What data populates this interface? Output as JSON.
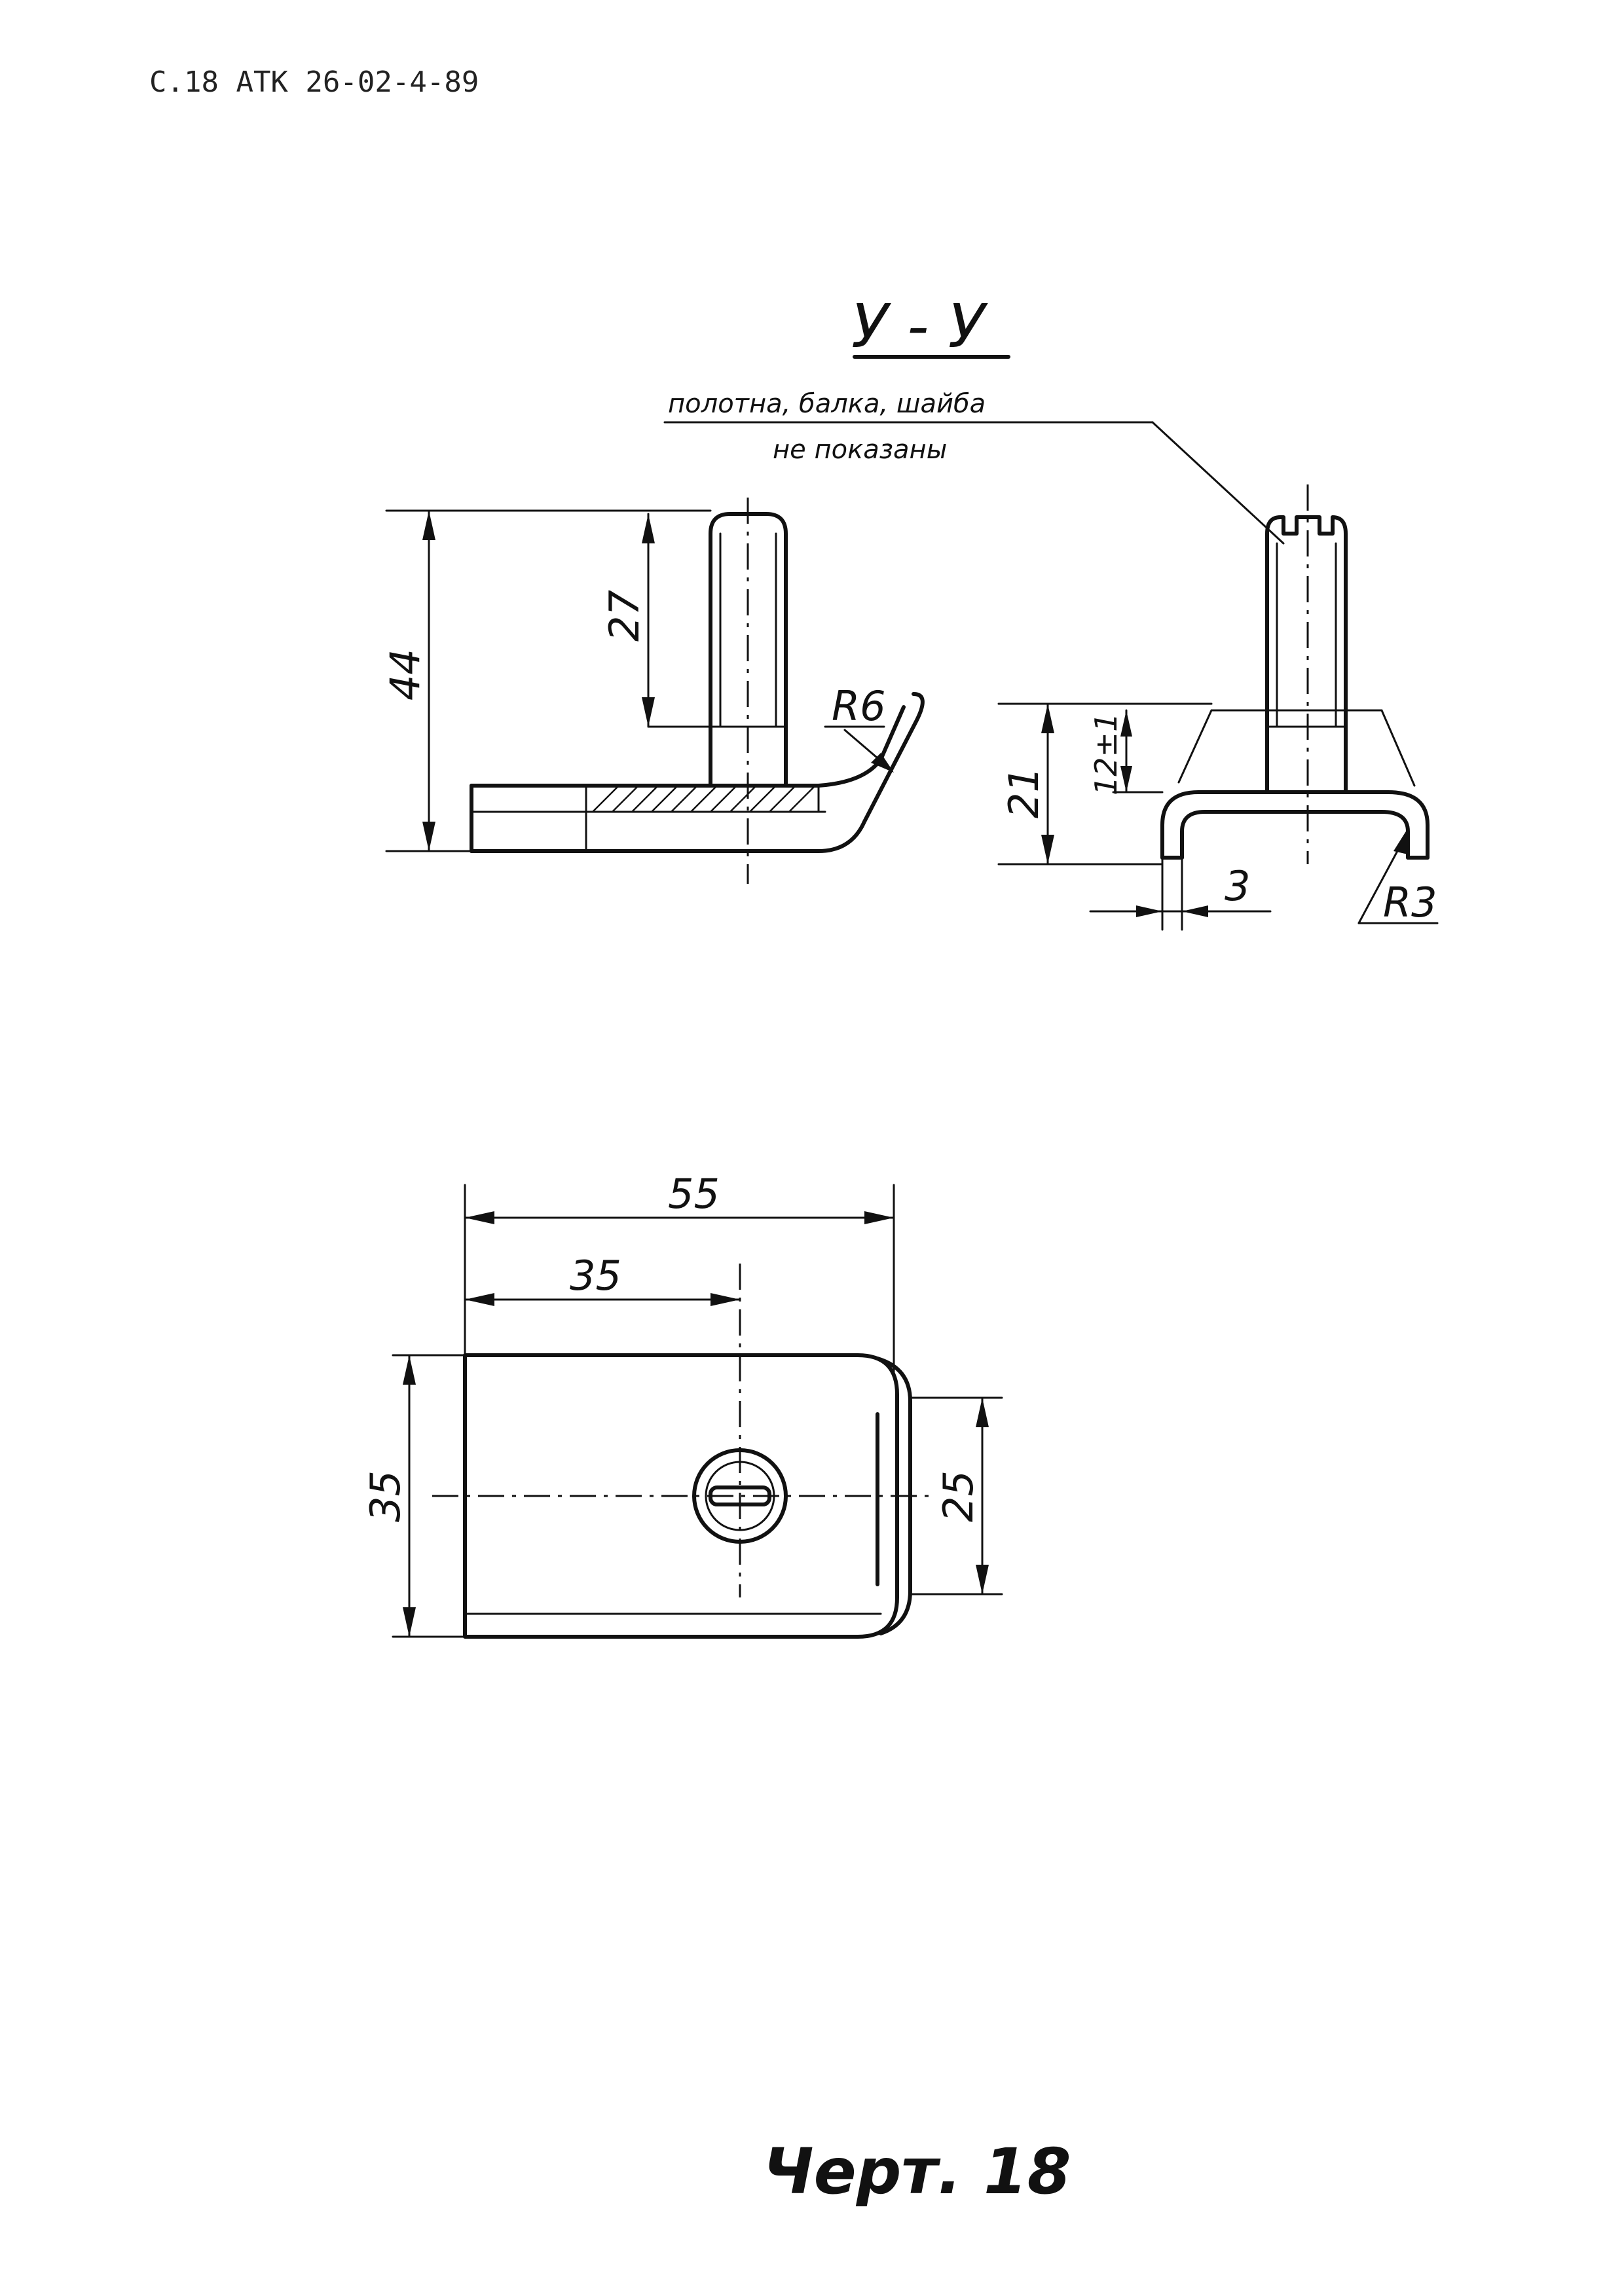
{
  "header": {
    "page_ref": "С.18  АТК 26-02-4-89"
  },
  "section": {
    "title": "У - У",
    "note_line1": "полотна, балка, шайба",
    "note_line2": "не показаны"
  },
  "dimensions": {
    "side_total_height": "44",
    "side_stud_height": "27",
    "side_radius": "R6",
    "sect_height": "21",
    "sect_inner_height": "12±1",
    "sect_thickness": "3",
    "sect_radius": "R3",
    "plan_length": "55",
    "plan_hole_offset": "35",
    "plan_width": "35",
    "plan_flange_width": "25"
  },
  "caption": {
    "figure": "Черт. 18"
  }
}
